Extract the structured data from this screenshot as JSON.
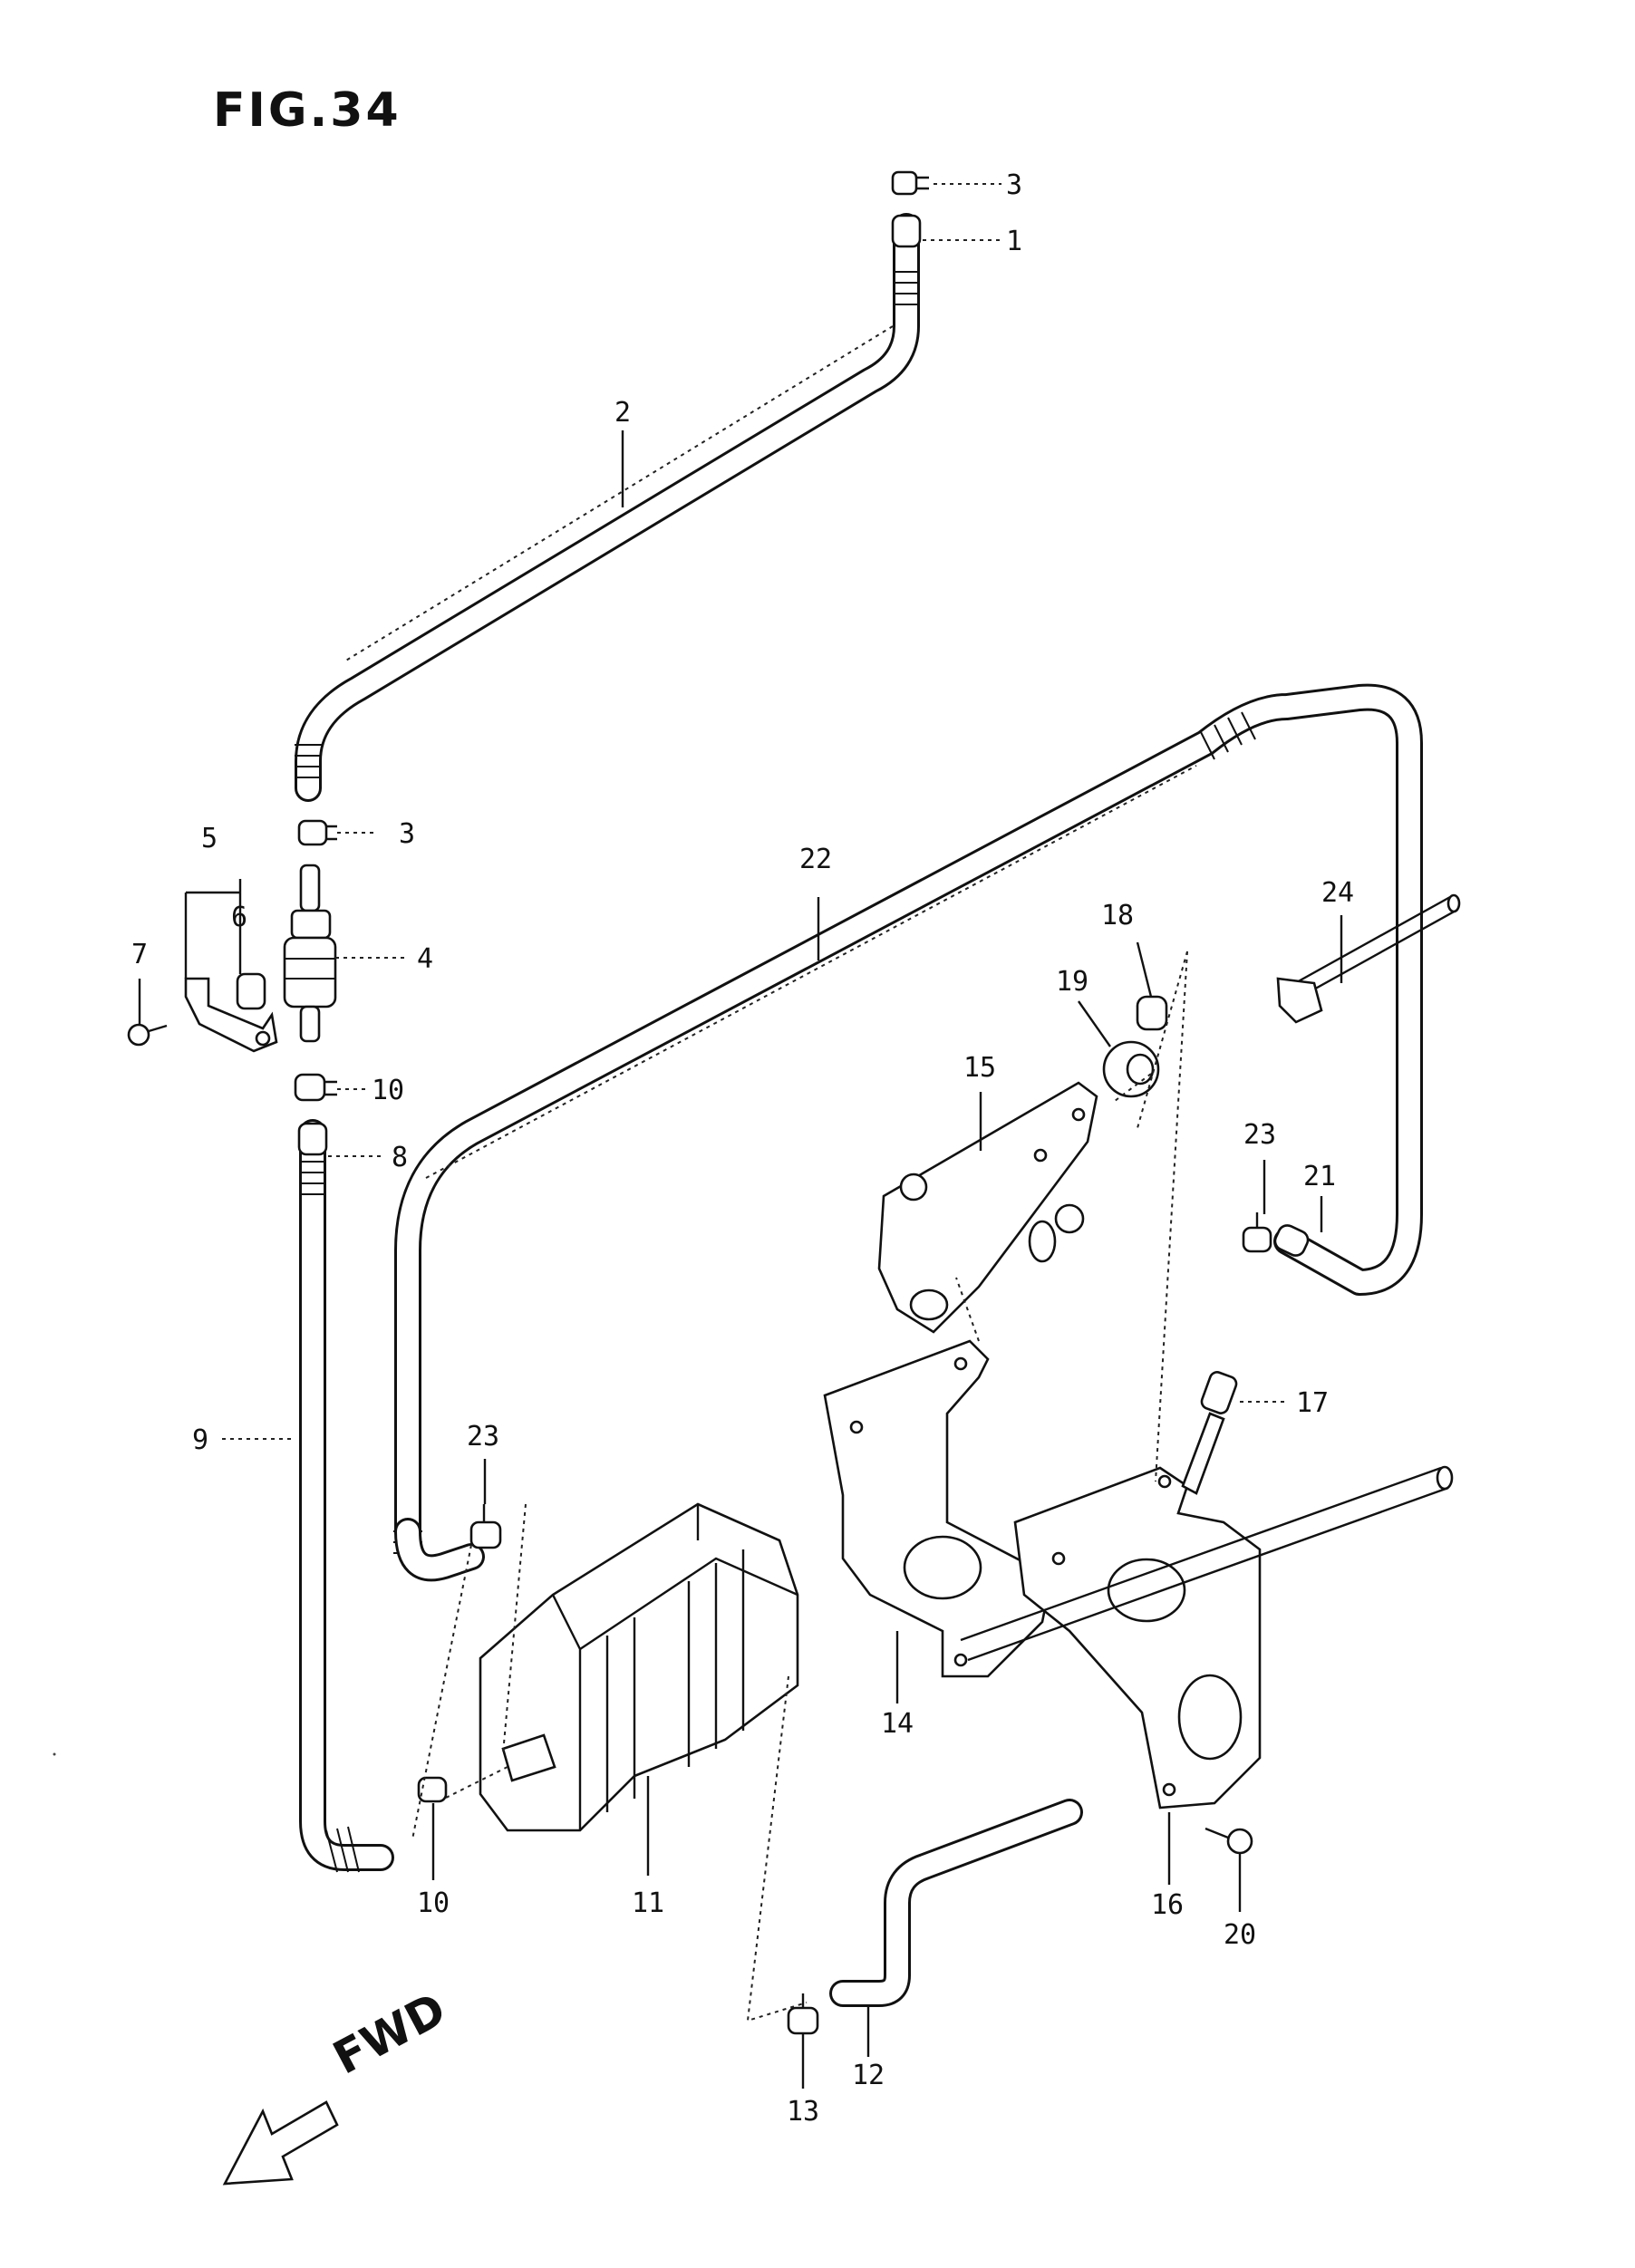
{
  "figure": {
    "title": "FIG.34"
  },
  "fwd_label": "FWD",
  "callouts": [
    {
      "id": "c3a",
      "text": "3"
    },
    {
      "id": "c1",
      "text": "1"
    },
    {
      "id": "c2",
      "text": "2"
    },
    {
      "id": "c3b",
      "text": "3"
    },
    {
      "id": "c5",
      "text": "5"
    },
    {
      "id": "c6",
      "text": "6"
    },
    {
      "id": "c7",
      "text": "7"
    },
    {
      "id": "c4",
      "text": "4"
    },
    {
      "id": "c10a",
      "text": "10"
    },
    {
      "id": "c8",
      "text": "8"
    },
    {
      "id": "c9",
      "text": "9"
    },
    {
      "id": "c22",
      "text": "22"
    },
    {
      "id": "c24",
      "text": "24"
    },
    {
      "id": "c18",
      "text": "18"
    },
    {
      "id": "c19",
      "text": "19"
    },
    {
      "id": "c15",
      "text": "15"
    },
    {
      "id": "c23a",
      "text": "23"
    },
    {
      "id": "c21",
      "text": "21"
    },
    {
      "id": "c17",
      "text": "17"
    },
    {
      "id": "c23b",
      "text": "23"
    },
    {
      "id": "c14",
      "text": "14"
    },
    {
      "id": "c16",
      "text": "16"
    },
    {
      "id": "c20",
      "text": "20"
    },
    {
      "id": "c10b",
      "text": "10"
    },
    {
      "id": "c11",
      "text": "11"
    },
    {
      "id": "c13",
      "text": "13"
    },
    {
      "id": "c12",
      "text": "12"
    }
  ]
}
